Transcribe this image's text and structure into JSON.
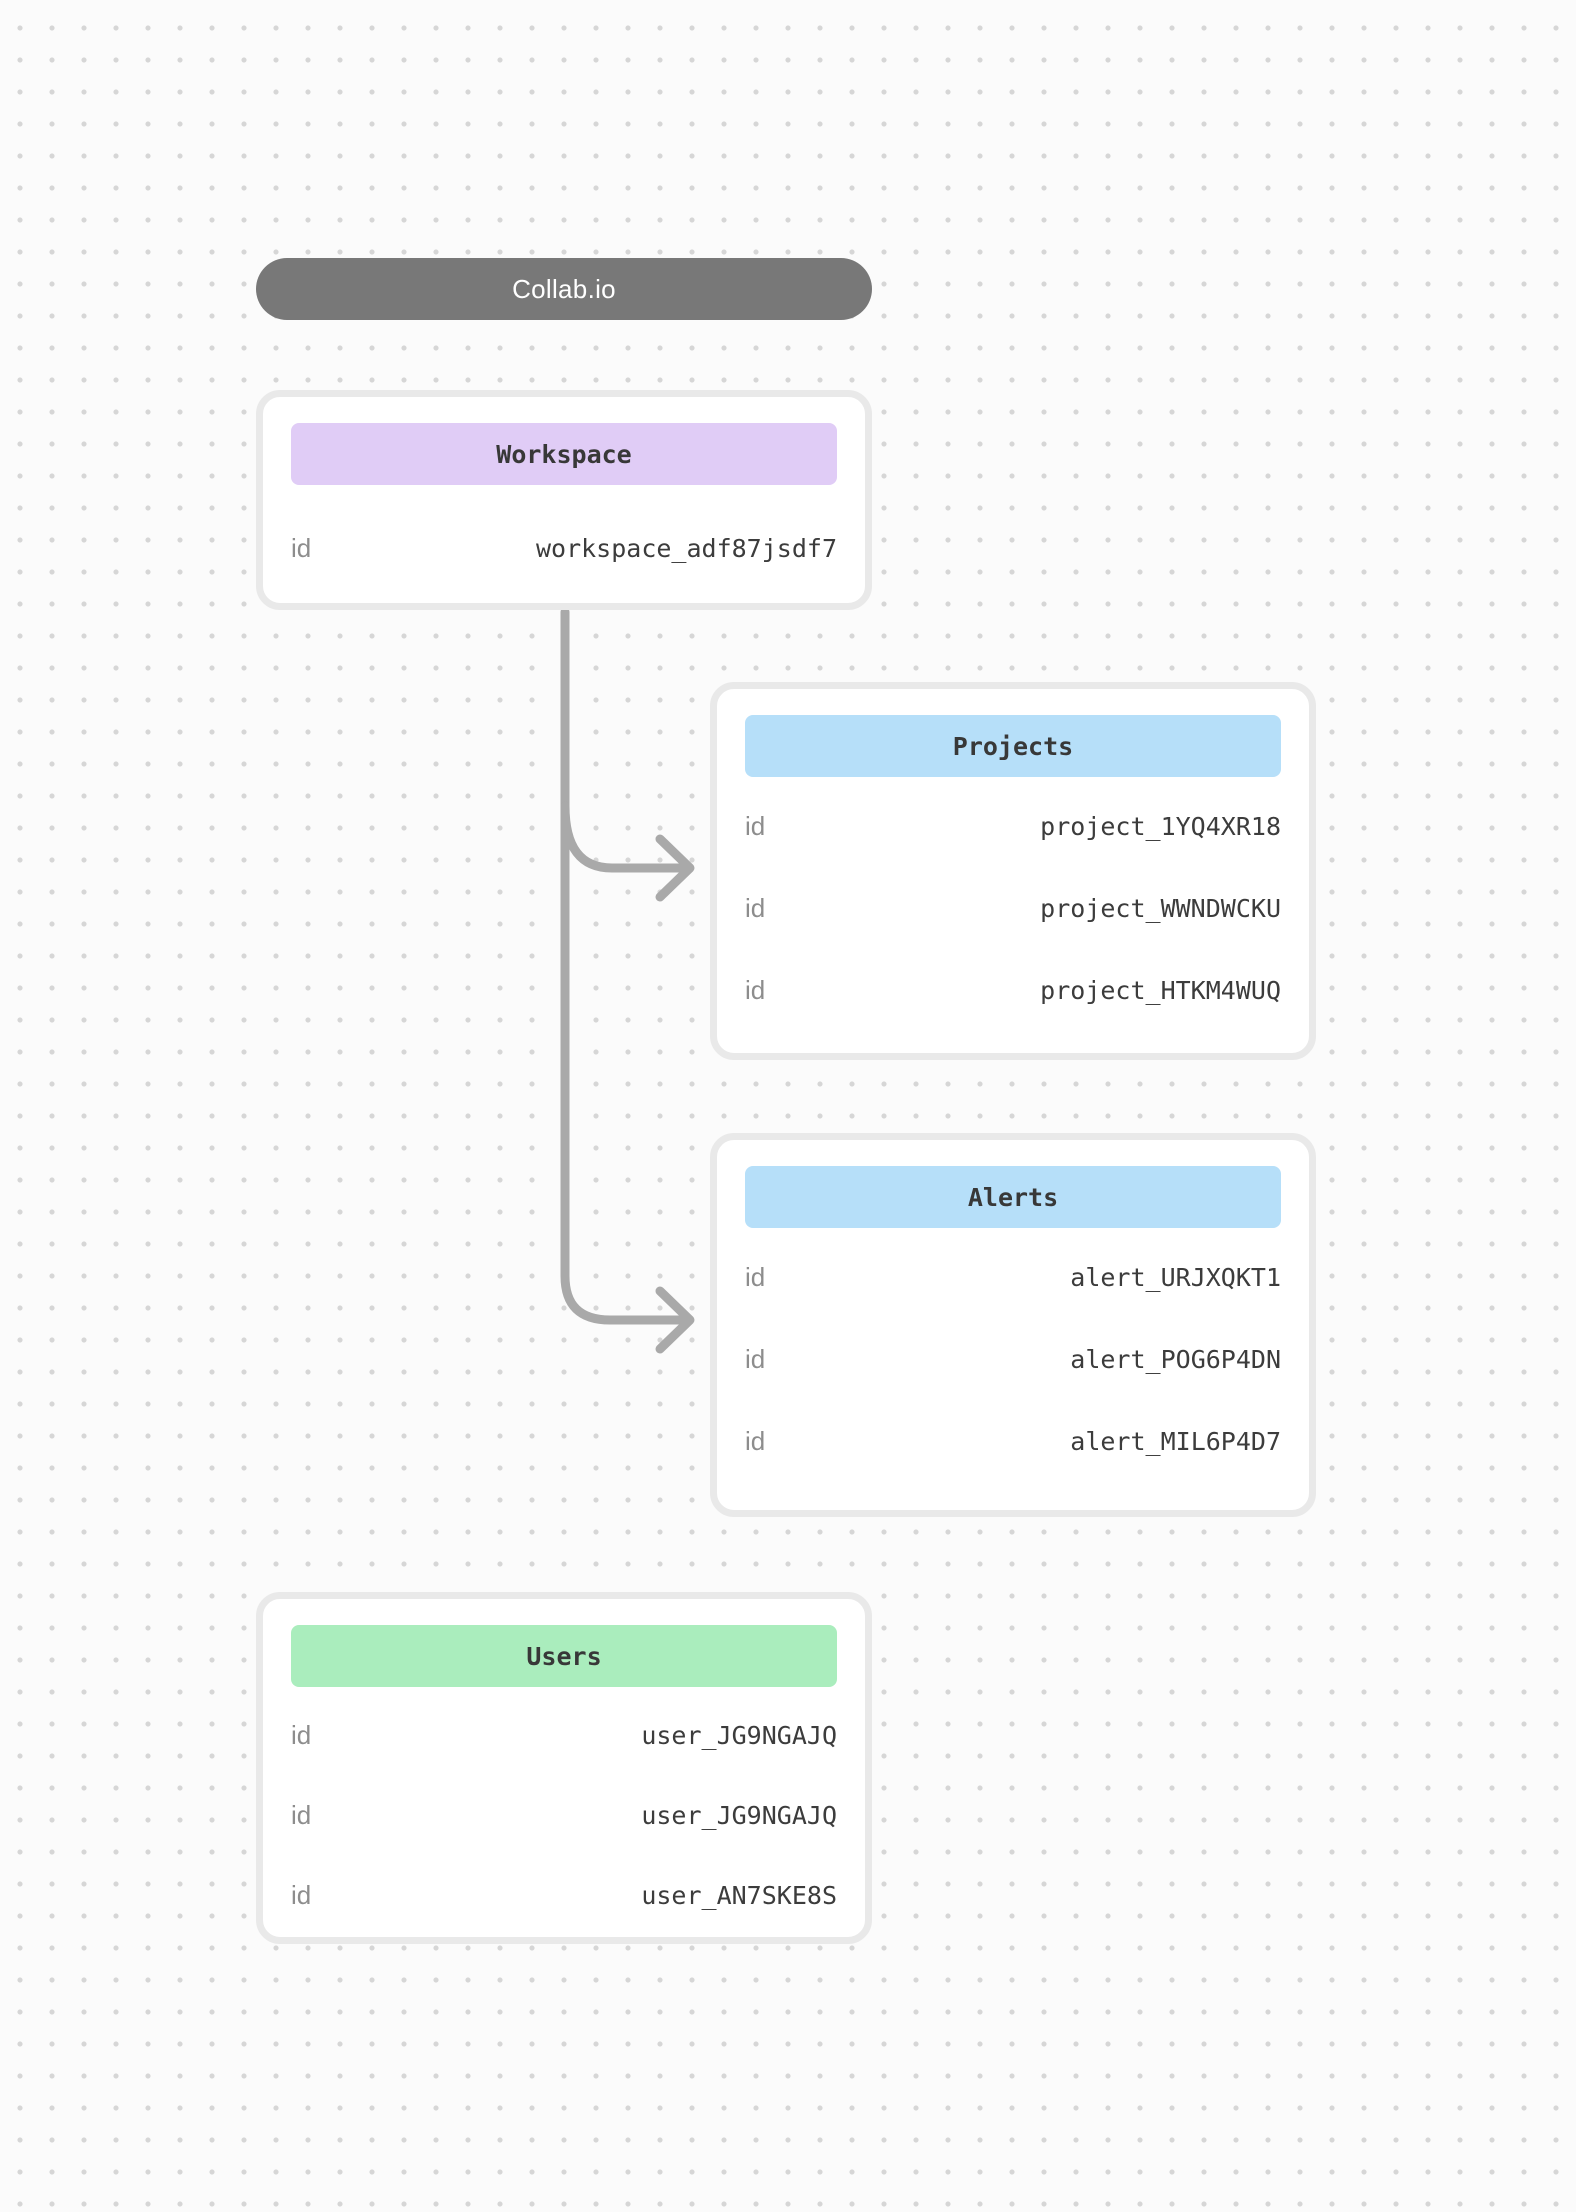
{
  "diagram": {
    "title_pill": {
      "label": "Collab.io"
    }
  },
  "entities": [
    {
      "title": "Workspace",
      "header_color": "#e0ccf6",
      "rows": [
        {
          "key": "id",
          "value": "workspace_adf87jsdf7"
        }
      ]
    },
    {
      "title": "Projects",
      "header_color": "#b6dff9",
      "rows": [
        {
          "key": "id",
          "value": "project_1YQ4XR18"
        },
        {
          "key": "id",
          "value": "project_WWNDWCKU"
        },
        {
          "key": "id",
          "value": "project_HTKM4WUQ"
        }
      ]
    },
    {
      "title": "Alerts",
      "header_color": "#b6dff9",
      "rows": [
        {
          "key": "id",
          "value": "alert_URJXQKT1"
        },
        {
          "key": "id",
          "value": "alert_POG6P4DN"
        },
        {
          "key": "id",
          "value": "alert_MIL6P4D7"
        }
      ]
    },
    {
      "title": "Users",
      "header_color": "#aaedbd",
      "rows": [
        {
          "key": "id",
          "value": "user_JG9NGAJQ"
        },
        {
          "key": "id",
          "value": "user_JG9NGAJQ"
        },
        {
          "key": "id",
          "value": "user_AN7SKE8S"
        }
      ]
    }
  ],
  "connections": [
    {
      "from": "Workspace",
      "to": "Projects"
    },
    {
      "from": "Workspace",
      "to": "Alerts"
    }
  ],
  "colors": {
    "canvas_bg": "#fbfbfb",
    "dot_grid": "#d6d6d6",
    "pill_bg": "#787878",
    "pill_text": "#ffffff",
    "card_bg": "#ffffff",
    "card_border": "#e9e9e9",
    "purple_header": "#e0ccf6",
    "blue_header": "#b6dff9",
    "green_header": "#aaedbd",
    "arrow": "#a9a9a9",
    "key_text": "#8d8d8d",
    "value_text": "#3c3c3c"
  }
}
